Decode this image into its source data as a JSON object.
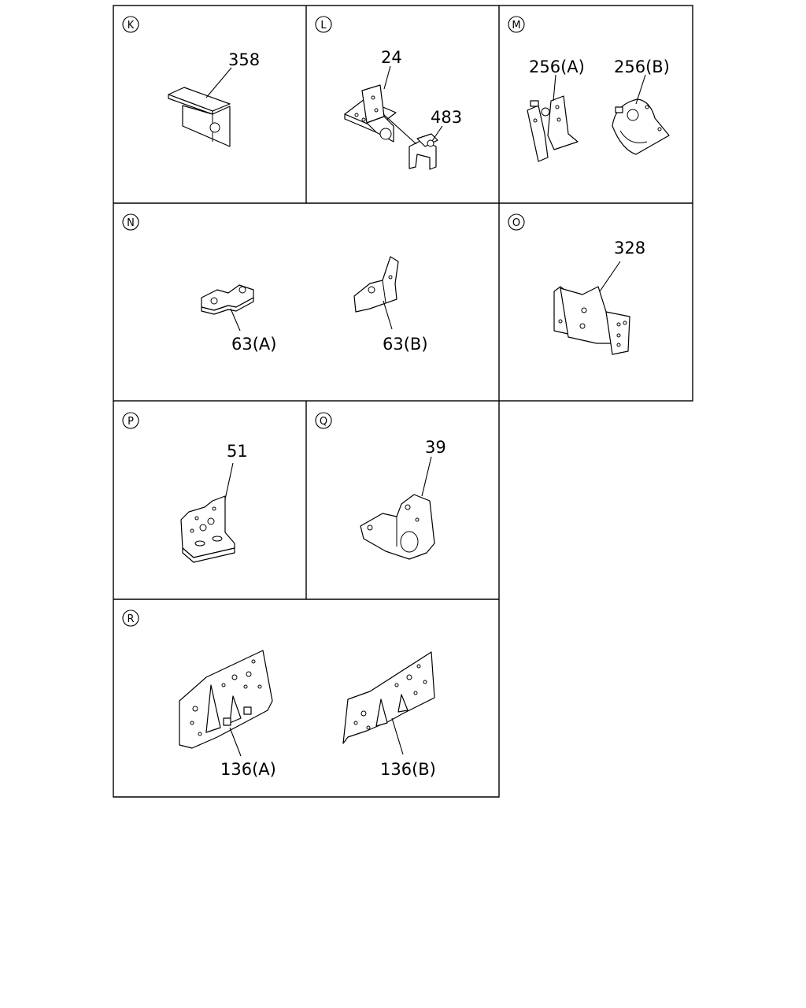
{
  "panels": [
    {
      "letter": "K",
      "callouts": [
        {
          "label": "358"
        }
      ]
    },
    {
      "letter": "L",
      "callouts": [
        {
          "label": "24"
        },
        {
          "label": "483"
        }
      ]
    },
    {
      "letter": "M",
      "callouts": [
        {
          "label": "256(A)"
        },
        {
          "label": "256(B)"
        }
      ]
    },
    {
      "letter": "N",
      "callouts": [
        {
          "label": "63(A)"
        },
        {
          "label": "63(B)"
        }
      ]
    },
    {
      "letter": "O",
      "callouts": [
        {
          "label": "328"
        }
      ]
    },
    {
      "letter": "P",
      "callouts": [
        {
          "label": "51"
        }
      ]
    },
    {
      "letter": "Q",
      "callouts": [
        {
          "label": "39"
        }
      ]
    },
    {
      "letter": "R",
      "callouts": [
        {
          "label": "136(A)"
        },
        {
          "label": "136(B)"
        }
      ]
    }
  ]
}
